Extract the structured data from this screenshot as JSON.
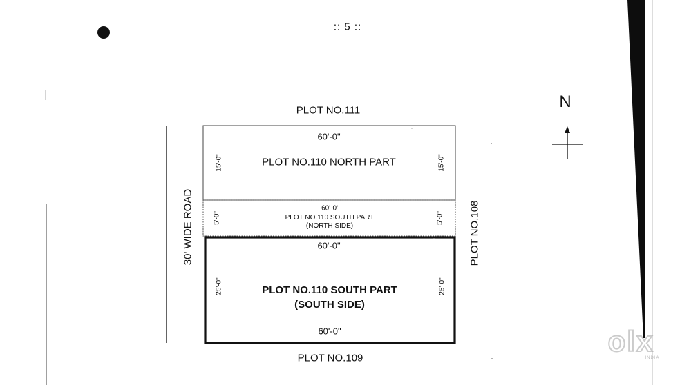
{
  "page": {
    "number_label": ":: 5 ::"
  },
  "compass": {
    "label": "N"
  },
  "boundaries": {
    "top": "PLOT NO.111",
    "bottom": "PLOT NO.109",
    "left": "30' WIDE ROAD",
    "right": "PLOT NO.108"
  },
  "sections": {
    "north": {
      "title": "PLOT NO.110 NORTH PART",
      "width": "60'-0\"",
      "side_left": "15'-0\"",
      "side_right": "15'-0\""
    },
    "middle": {
      "title_line1": "PLOT NO.110 SOUTH PART",
      "title_line2": "(NORTH SIDE)",
      "width": "60'-0'",
      "side_left": "5'-0\"",
      "side_right": "5'-0\""
    },
    "south": {
      "title_line1": "PLOT NO.110 SOUTH PART",
      "title_line2": "(SOUTH SIDE)",
      "width_top": "60'-0\"",
      "width_bottom": "60'-0\"",
      "side_left": "25'-0\"",
      "side_right": "25'-0\""
    }
  },
  "watermark": {
    "brand": "olx",
    "sub": "INDIA"
  }
}
